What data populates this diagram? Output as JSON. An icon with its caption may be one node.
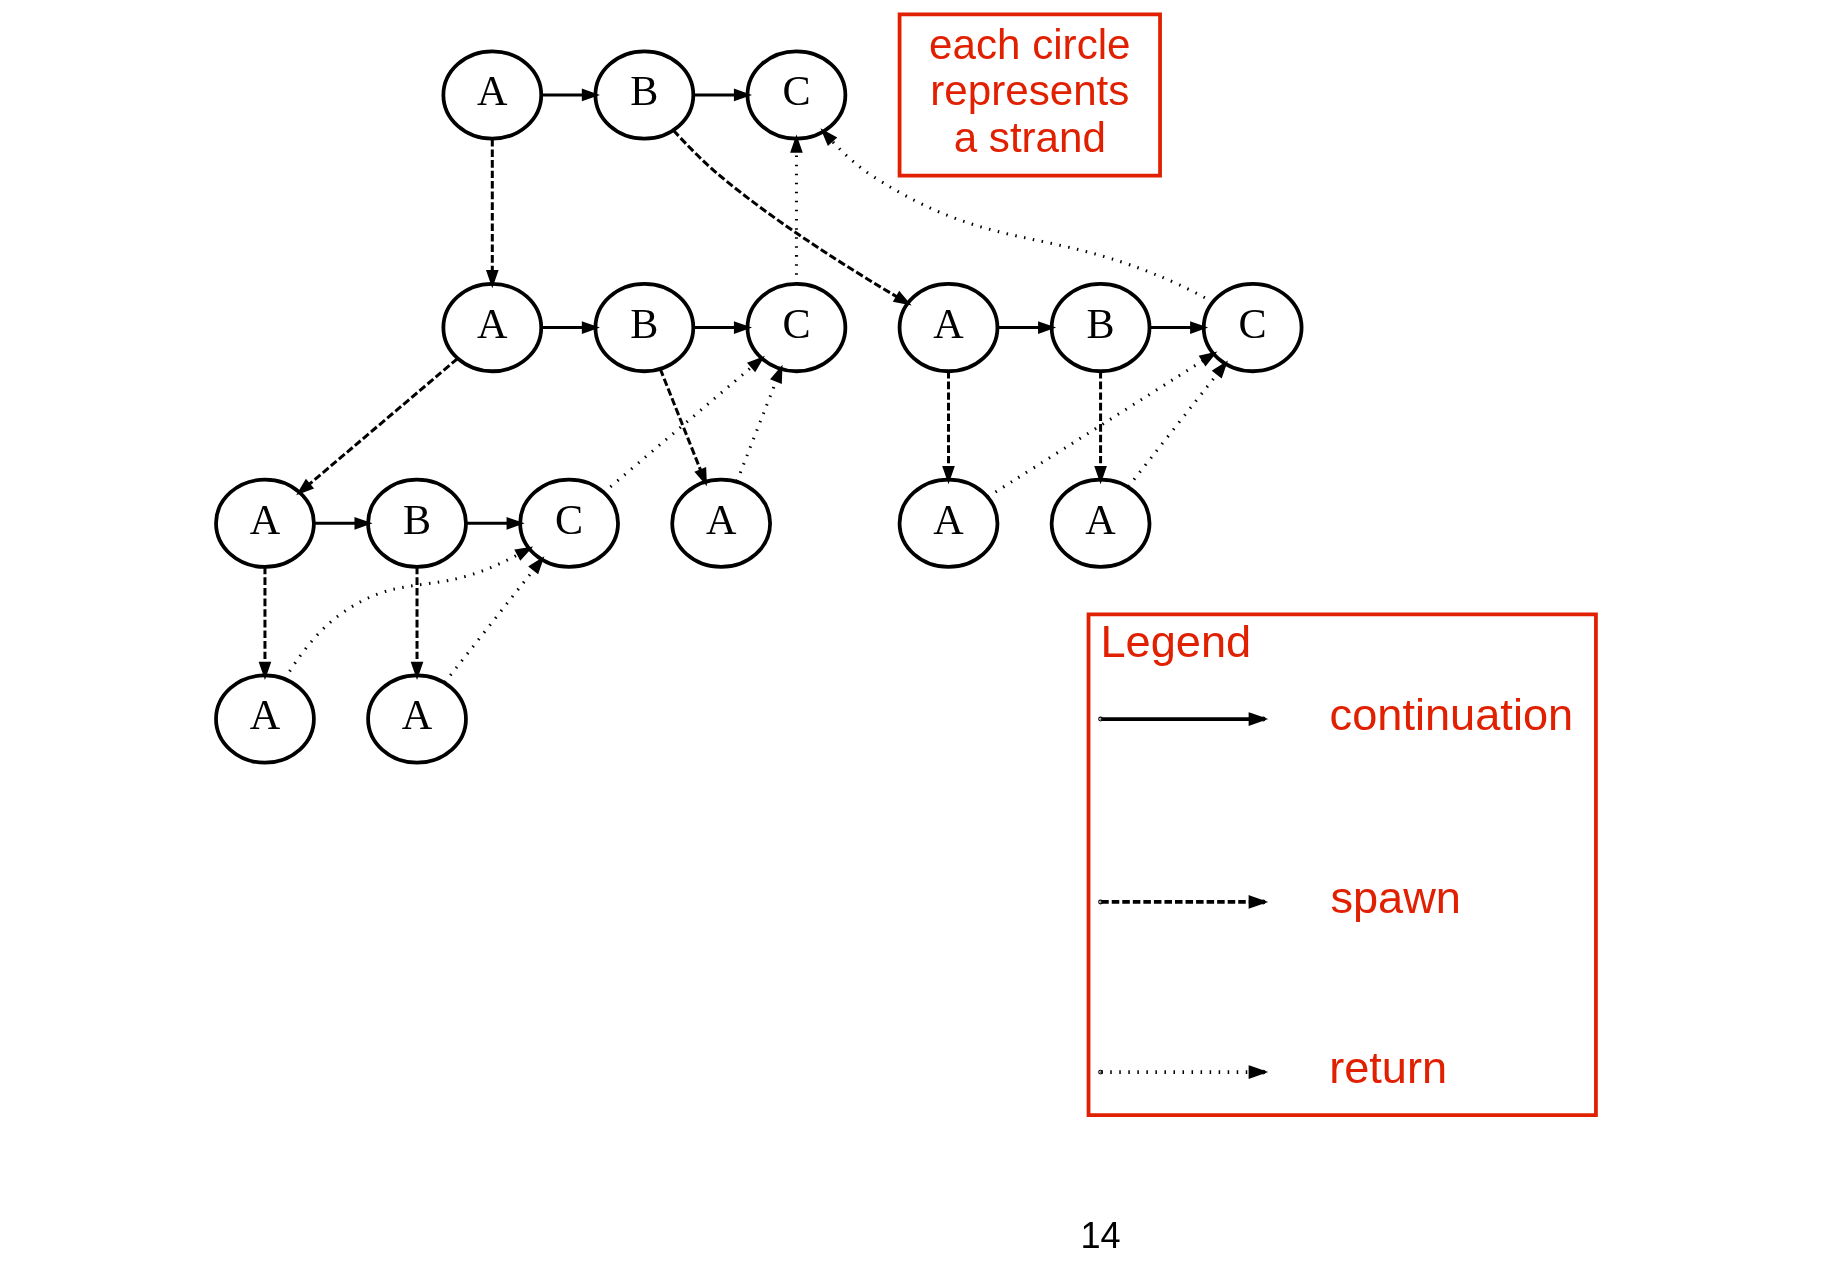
{
  "diagram": {
    "nodes": [
      {
        "text": [
          "A"
        ]
      },
      {
        "text": [
          "B"
        ]
      },
      {
        "text": [
          "C"
        ]
      },
      {
        "text": [
          "each circle represents a strand"
        ]
      },
      {
        "text": [
          "A"
        ]
      },
      {
        "text": [
          "B"
        ]
      },
      {
        "text": [
          "C"
        ]
      },
      {
        "text": [
          "A"
        ]
      },
      {
        "text": [
          "B"
        ]
      },
      {
        "text": [
          "C"
        ]
      },
      {
        "text": [
          "A"
        ]
      },
      {
        "text": [
          "B"
        ]
      },
      {
        "text": [
          "C"
        ]
      },
      {
        "text": [
          "A"
        ]
      },
      {
        "text": [
          "A"
        ]
      },
      {
        "text": [
          "A"
        ]
      },
      {
        "text": [
          "A"
        ]
      },
      {
        "text": [
          "A"
        ]
      },
      {
        "text": [
          "Legend"
        ]
      }
    ],
    "edges": [
      {
        "from": 0,
        "to": 1,
        "arrow": "to"
      },
      {
        "from": 1,
        "to": 2,
        "arrow": "to"
      },
      {
        "from": 0,
        "to": 4,
        "arrow": "to",
        "style": "dashed"
      },
      {
        "from": 1,
        "to": 7,
        "arrow": "to",
        "style": "dashed"
      },
      {
        "from": 6,
        "to": 2,
        "arrow": "to",
        "style": "dashed"
      },
      {
        "from": 9,
        "to": 2,
        "arrow": "to",
        "style": "dashed"
      },
      {
        "from": 4,
        "to": 5,
        "arrow": "to"
      },
      {
        "from": 5,
        "to": 6,
        "arrow": "to"
      },
      {
        "from": 7,
        "to": 8,
        "arrow": "to"
      },
      {
        "from": 8,
        "to": 9,
        "arrow": "to"
      },
      {
        "from": 4,
        "to": 10,
        "arrow": "to",
        "style": "dashed"
      },
      {
        "from": 5,
        "to": 13,
        "arrow": "to",
        "style": "dashed"
      },
      {
        "from": 13,
        "to": 6,
        "arrow": "to",
        "style": "dashed"
      },
      {
        "from": 12,
        "to": 6,
        "arrow": "to",
        "style": "dashed"
      },
      {
        "from": 7,
        "to": 14,
        "arrow": "to",
        "style": "dashed"
      },
      {
        "from": 8,
        "to": 15,
        "arrow": "to",
        "style": "dashed"
      },
      {
        "from": 14,
        "to": 9,
        "arrow": "to",
        "style": "dashed"
      },
      {
        "from": 15,
        "to": 9,
        "arrow": "to",
        "style": "dashed"
      },
      {
        "from": 10,
        "to": 11,
        "arrow": "to"
      },
      {
        "from": 11,
        "to": 12,
        "arrow": "to"
      },
      {
        "from": 10,
        "to": 16,
        "arrow": "to",
        "style": "dashed"
      },
      {
        "from": 11,
        "to": 17,
        "arrow": "to",
        "style": "dashed"
      },
      {
        "from": 16,
        "to": 12,
        "arrow": "to",
        "style": "dashed"
      },
      {
        "from": 17,
        "to": 12,
        "arrow": "to",
        "style": "dashed"
      }
    ],
    "labels": [
      "14"
    ],
    "legend": [
      {
        "text": "continuation"
      },
      {
        "text": "spawn"
      },
      {
        "text": "return"
      }
    ]
  }
}
